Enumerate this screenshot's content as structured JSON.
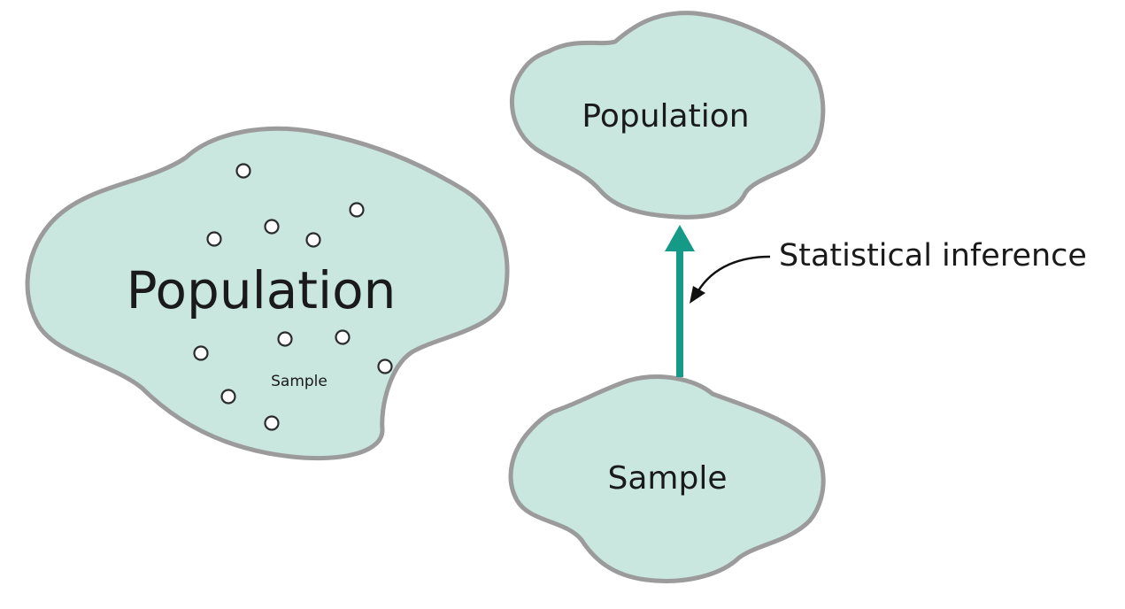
{
  "left_population_label": "Population",
  "left_sample_label": "Sample",
  "right_population_label": "Population",
  "right_sample_label": "Sample",
  "inference_label": "Statistical inference",
  "colors": {
    "blob_fill": "#c9e6df",
    "blob_stroke": "#9b9b9b",
    "arrow": "#149a86",
    "text": "#1a1a1a"
  }
}
